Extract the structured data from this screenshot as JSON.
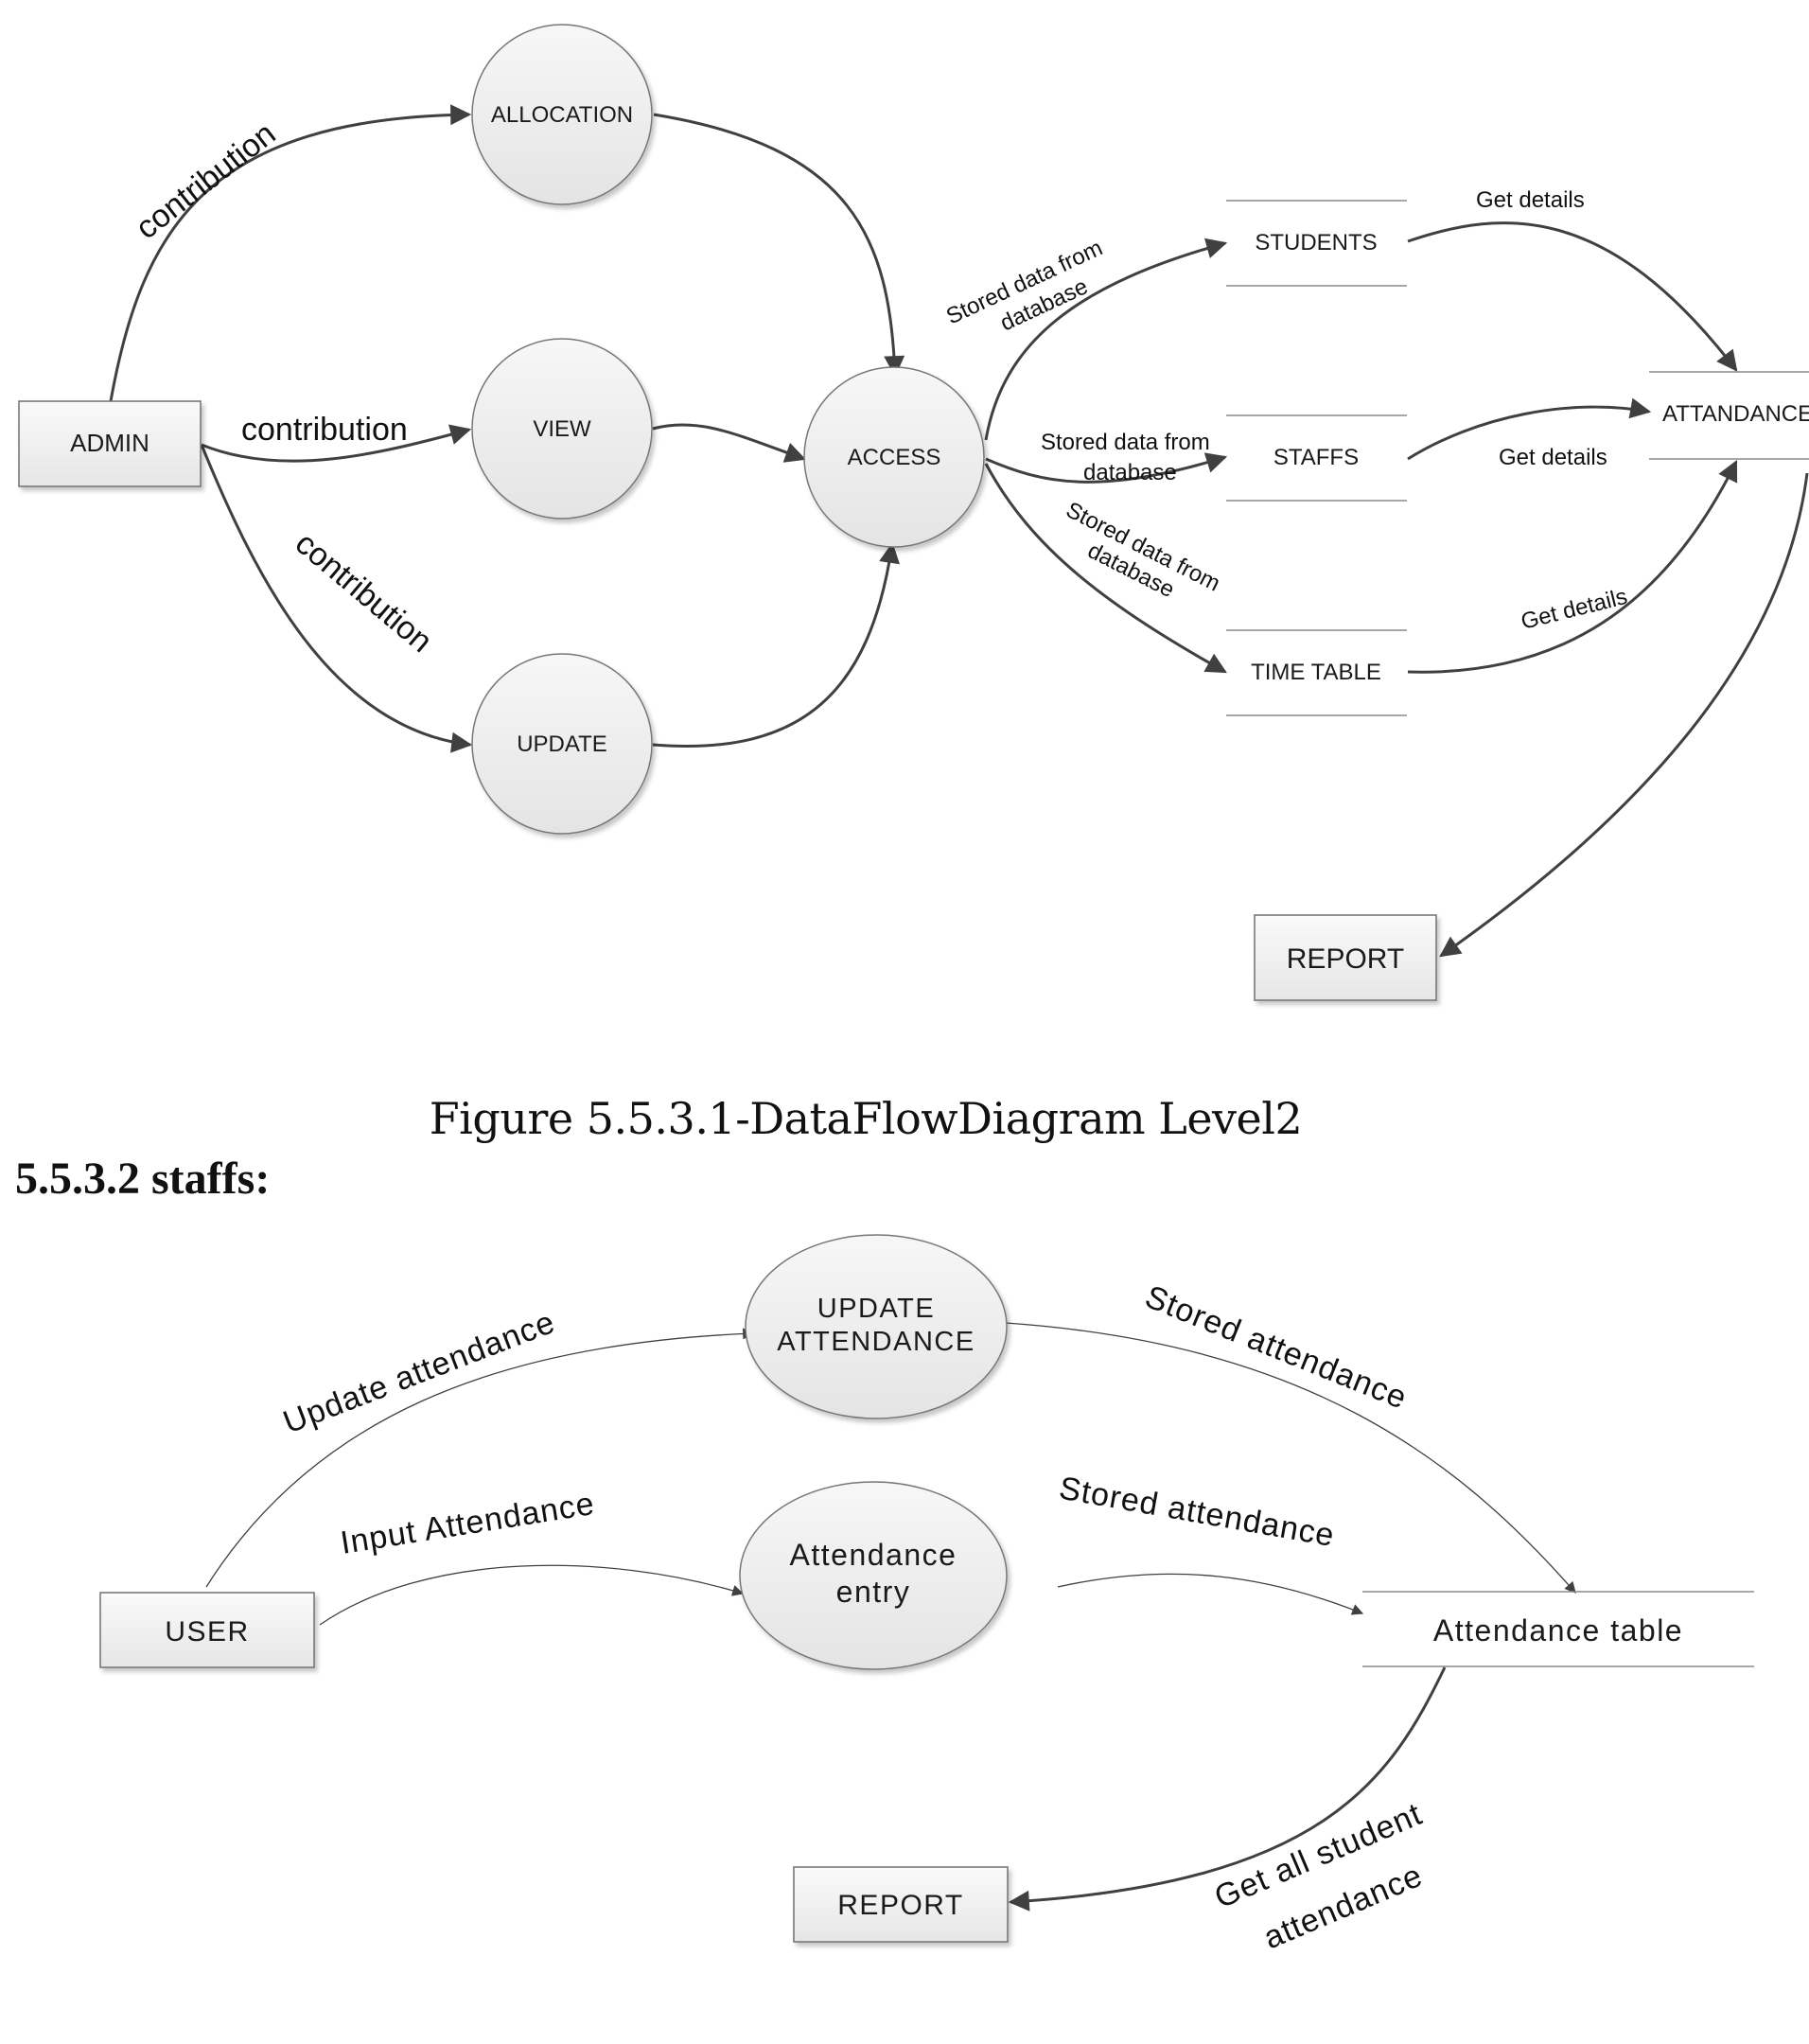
{
  "diagram1": {
    "nodes": {
      "admin": "ADMIN",
      "allocation": "ALLOCATION",
      "view": "VIEW",
      "update": "UPDATE",
      "access": "ACCESS",
      "students": "STUDENTS",
      "staffs": "STAFFS",
      "timetable": "TIME TABLE",
      "attendance": "ATTANDANCE",
      "report": "REPORT"
    },
    "flows": {
      "admin_allocation": "contribution",
      "admin_view": "contribution",
      "admin_update": "contribution",
      "access_students_1": "Stored data from",
      "access_students_2": "database",
      "access_staffs_1": "Stored data from",
      "access_staffs_2": "database",
      "access_timetable_1": "Stored data from",
      "access_timetable_2": "database",
      "students_attendance": "Get details",
      "staffs_attendance": "Get details",
      "timetable_attendance": "Get details"
    }
  },
  "caption": "Figure 5.5.3.1-DataFlowDiagram Level2",
  "heading": "5.5.3.2 staffs:",
  "diagram2": {
    "nodes": {
      "user": "USER",
      "update_att_1": "UPDATE",
      "update_att_2": "ATTENDANCE",
      "entry_1": "Attendance",
      "entry_2": "entry",
      "table": "Attendance table",
      "report": "REPORT"
    },
    "flows": {
      "user_update": "Update attendance",
      "user_entry": "Input Attendance",
      "update_table": "Stored attendance",
      "entry_table": "Stored attendance",
      "table_report_1": "Get all student",
      "table_report_2": "attendance"
    }
  }
}
